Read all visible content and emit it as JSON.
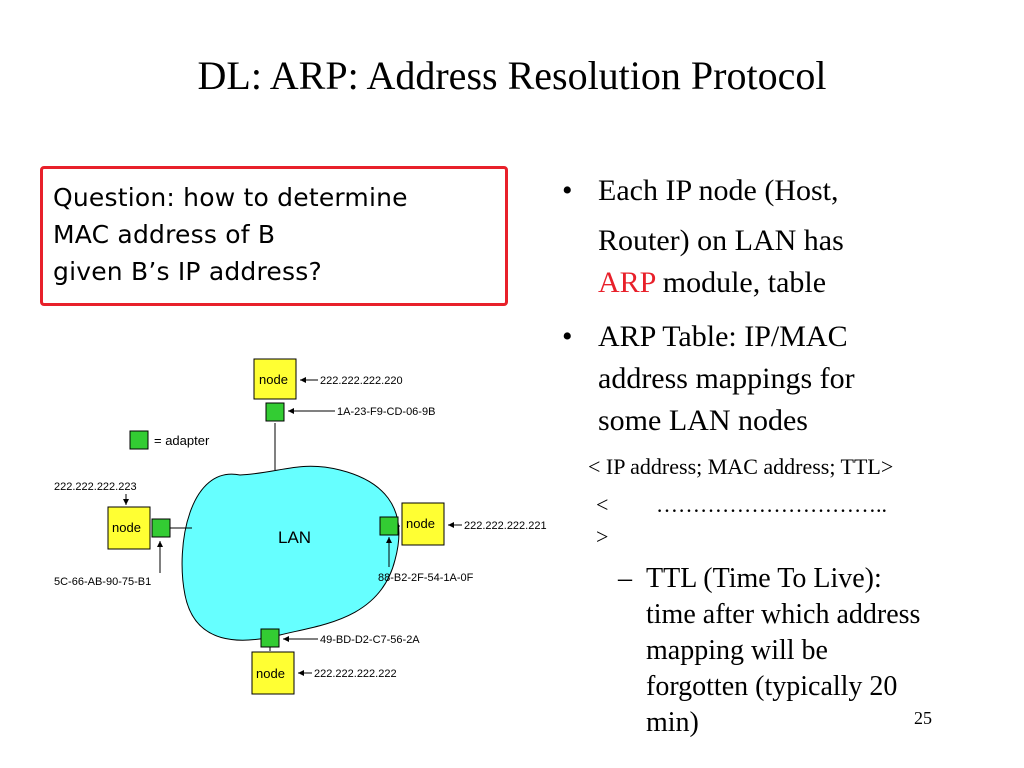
{
  "slide": {
    "title": "DL: ARP: Address Resolution Protocol",
    "number": "25"
  },
  "question": {
    "lines": [
      "Question: how to determine",
      "MAC address of B",
      "given B’s IP address?"
    ],
    "border_color": "#e8202a"
  },
  "diagram": {
    "lan_label": "LAN",
    "lan_color": "#66ffff",
    "node_color": "#ffff33",
    "adapter_color": "#33cc33",
    "legend": "= adapter",
    "nodes": [
      {
        "label": "node",
        "ip": "222.222.222.220",
        "mac": "1A-23-F9-CD-06-9B"
      },
      {
        "label": "node",
        "ip": "222.222.222.223",
        "mac": "5C-66-AB-90-75-B1"
      },
      {
        "label": "node",
        "ip": "222.222.222.221",
        "mac": "88-B2-2F-54-1A-0F"
      },
      {
        "label": "node",
        "ip": "222.222.222.222",
        "mac": "49-BD-D2-C7-56-2A"
      }
    ]
  },
  "bullets": {
    "b1": {
      "marker": "•",
      "line1": "Each IP node (Host,",
      "line2": "Router) on LAN has",
      "line3_highlight": "ARP",
      "line3_rest": " module, table"
    },
    "b2": {
      "marker": "•",
      "line1": "ARP Table: IP/MAC",
      "line2": "address mappings for",
      "line3": "some LAN nodes"
    },
    "table_line1": "< IP address; MAC address; TTL>",
    "table_line2_a": "<",
    "table_line2_b": "…………………………..",
    "table_line3": ">",
    "sub": {
      "marker": "–",
      "lines": [
        "TTL (Time To Live):",
        "time after which address",
        "mapping will be",
        "forgotten (typically 20",
        "min)"
      ]
    }
  },
  "highlight_color": "#e8202a"
}
